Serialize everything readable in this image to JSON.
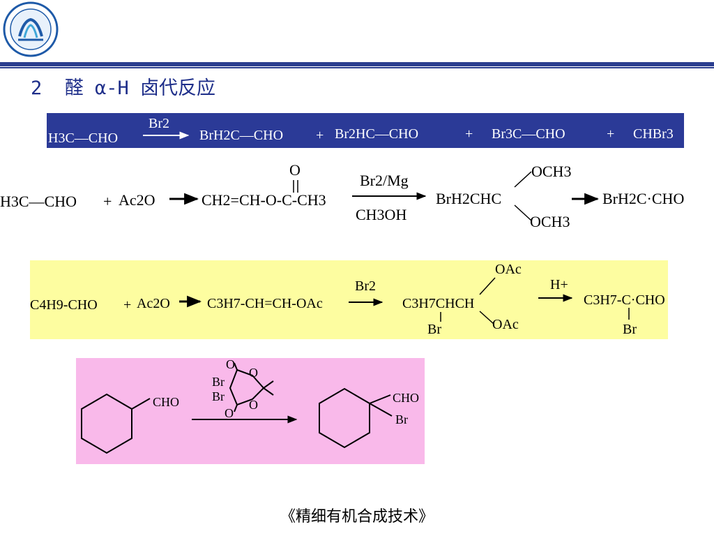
{
  "header": {
    "title": "2  醛 α-H 卤代反应"
  },
  "reaction1": {
    "reactant": "H3C—CHO",
    "reagent": "Br2",
    "products": [
      "BrH2C—CHO",
      "Br2HC—CHO",
      "Br3C—CHO",
      "CHBr3"
    ],
    "plus": "+"
  },
  "reaction2": {
    "reactant": "H3C—CHO",
    "reagent": "Ac2O",
    "intermediate": "CH2=CH-O-C-CH3",
    "carbonyl_o": "O",
    "reagent_top": "Br2/Mg",
    "reagent_bottom": "CH3OH",
    "acetal": "BrH2CHC",
    "acetal_substituents": [
      "OCH3",
      "OCH3"
    ],
    "product": "BrH2C·CHO"
  },
  "reaction3": {
    "reactant": "C4H9-CHO",
    "reagent": "Ac2O",
    "enol_ester": "C3H7-CH=CH-OAc",
    "reagent_bromine": "Br2",
    "dibromo": "C3H7CHCH",
    "dibromo_substituents": [
      "OAc",
      "OAc",
      "Br"
    ],
    "acid": "H+",
    "product": "C3H7-C·CHO",
    "product_br": "Br"
  },
  "reaction4": {
    "reactant_group": "CHO",
    "reagent_labels": [
      "Br",
      "Br",
      "O",
      "O",
      "O",
      "O"
    ],
    "product_groups": [
      "CHO",
      "Br"
    ]
  },
  "footer": {
    "text": "《精细有机合成技术》"
  },
  "colors": {
    "title": "#1f2f8a",
    "rule": "#2a3d8f",
    "box_reaction1": "#2b3a97",
    "box_reaction3": "#fdfda0",
    "box_reaction4": "#f9b9ea"
  }
}
